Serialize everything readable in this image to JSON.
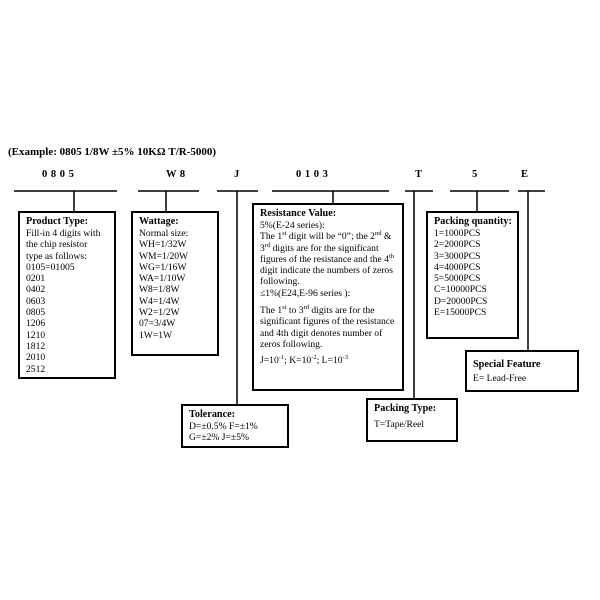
{
  "example_title": "(Example: 0805 1/8W ±5% 10KΩ T/R-5000)",
  "code_groups": [
    "0 8 0 5",
    "W 8",
    "J",
    "0 1 0 3",
    "T",
    "5",
    "E"
  ],
  "product_type": {
    "heading": "Product Type:",
    "lines": [
      "Fill-in 4 digits with",
      "the chip resistor",
      "type as follows:",
      "0105=01005",
      "0201",
      "0402",
      "0603",
      "0805",
      "1206",
      "1210",
      "1812",
      "2010",
      "2512"
    ]
  },
  "wattage": {
    "heading": "Wattage:",
    "lines": [
      "Normal size:",
      "WH=1/32W",
      "WM=1/20W",
      "WG=1/16W",
      "WA=1/10W",
      "W8=1/8W",
      "W4=1/4W",
      "W2=1/2W",
      "07=3/4W",
      "1W=1W"
    ]
  },
  "resistance": {
    "heading": "Resistance Value:",
    "e24_series": "5%(E-24 series):",
    "e24_p1": "The 1",
    "e24_s1": "st",
    "e24_p2": " digit will be “0”; the 2",
    "e24_s2": "nd",
    "e24_p3": " & 3",
    "e24_s3": "rd",
    "e24_p4": " digits are for the significant figures of the resistance and the 4",
    "e24_s4": "th",
    "e24_p5": " digit indicate the numbers of zeros following.",
    "e96_series": "≤1%(E24,E-96 series ):",
    "e96_p1": "The 1",
    "e96_s1": "st",
    "e96_p2": " to 3",
    "e96_s2": "rd",
    "e96_p3": " digits are for the significant figures of the resistance and 4th digit denotes number of zeros following.",
    "mult_j": "J=10",
    "mult_j_exp": "-1",
    "mult_k": "; K=10",
    "mult_k_exp": "-2",
    "mult_l": "; L=10",
    "mult_l_exp": "-3"
  },
  "packing_quantity": {
    "heading": "Packing quantity:",
    "lines": [
      "1=1000PCS",
      "2=2000PCS",
      "3=3000PCS",
      "4=4000PCS",
      "5=5000PCS",
      "C=10000PCS",
      "D=20000PCS",
      "E=15000PCS"
    ]
  },
  "tolerance": {
    "heading": "Tolerance:",
    "lines": [
      "D=±0.5%  F=±1%",
      "G=±2%   J=±5%"
    ]
  },
  "packing_type": {
    "heading": "Packing Type:",
    "lines": [
      "T=Tape/Reel"
    ]
  },
  "special_feature": {
    "heading": "Special Feature",
    "lines": [
      "E= Lead-Free"
    ]
  }
}
